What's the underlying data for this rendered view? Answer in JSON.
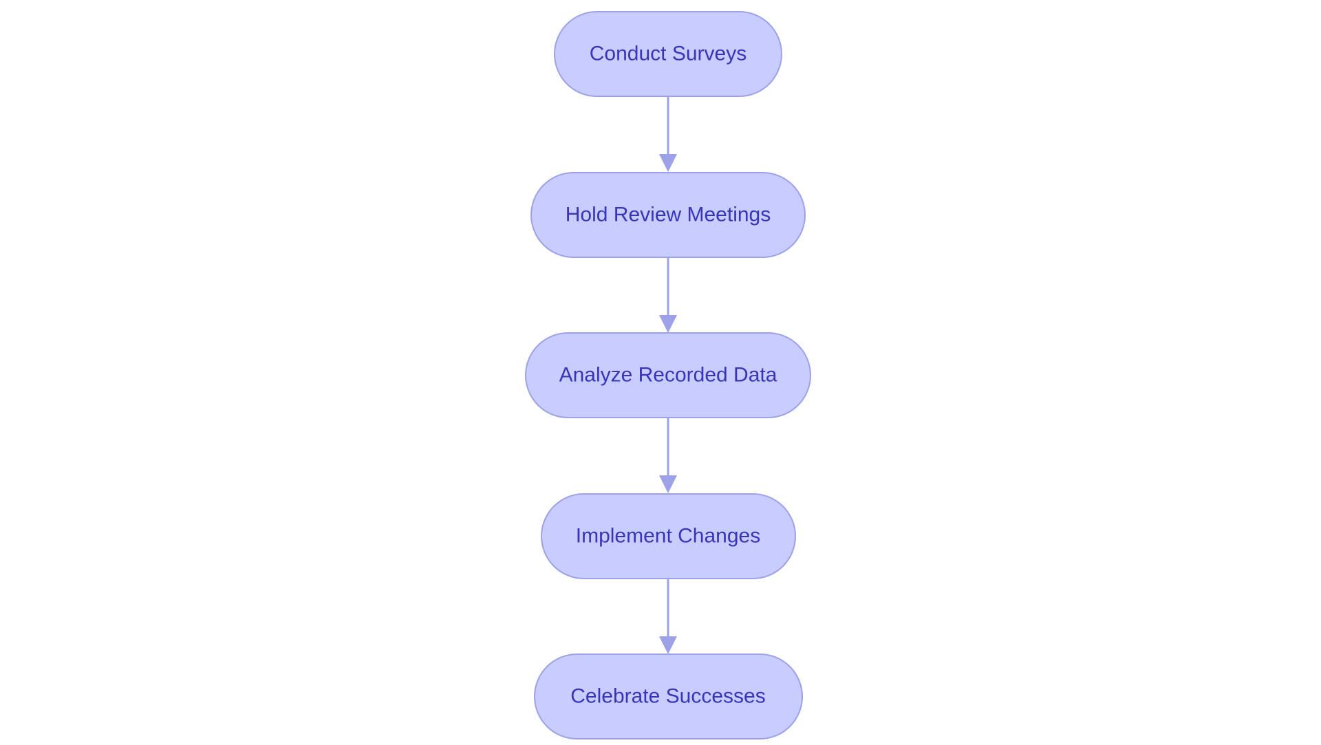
{
  "diagram": {
    "type": "flowchart",
    "direction": "top-to-bottom",
    "colors": {
      "node_fill": "#c8ccff",
      "node_border": "#9da2e8",
      "node_text": "#3a34b8",
      "edge": "#9da2e8"
    },
    "nodes": [
      {
        "id": "n1",
        "label": "Conduct Surveys"
      },
      {
        "id": "n2",
        "label": "Hold Review Meetings"
      },
      {
        "id": "n3",
        "label": "Analyze Recorded Data"
      },
      {
        "id": "n4",
        "label": "Implement Changes"
      },
      {
        "id": "n5",
        "label": "Celebrate Successes"
      }
    ],
    "edges": [
      {
        "from": "n1",
        "to": "n2"
      },
      {
        "from": "n2",
        "to": "n3"
      },
      {
        "from": "n3",
        "to": "n4"
      },
      {
        "from": "n4",
        "to": "n5"
      }
    ]
  }
}
